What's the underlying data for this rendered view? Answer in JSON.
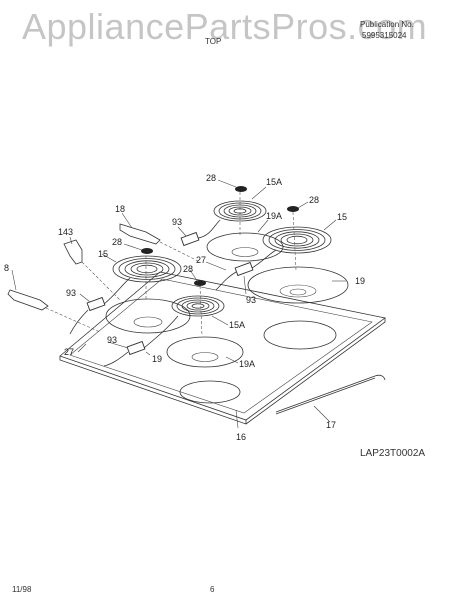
{
  "header": {
    "watermark": "AppliancePartsPros.com",
    "section": "TOP",
    "publication_label": "Publication No.",
    "publication_number": "5995315024"
  },
  "diagram": {
    "code": "LAP23T0002A",
    "callouts": [
      "28",
      "15A",
      "28",
      "18",
      "93",
      "19A",
      "15",
      "143",
      "28",
      "15",
      "27",
      "28",
      "19",
      "8",
      "93",
      "93",
      "15A",
      "93",
      "19",
      "27",
      "19A",
      "16",
      "17"
    ]
  },
  "footer": {
    "date": "11/98",
    "page": "6"
  }
}
